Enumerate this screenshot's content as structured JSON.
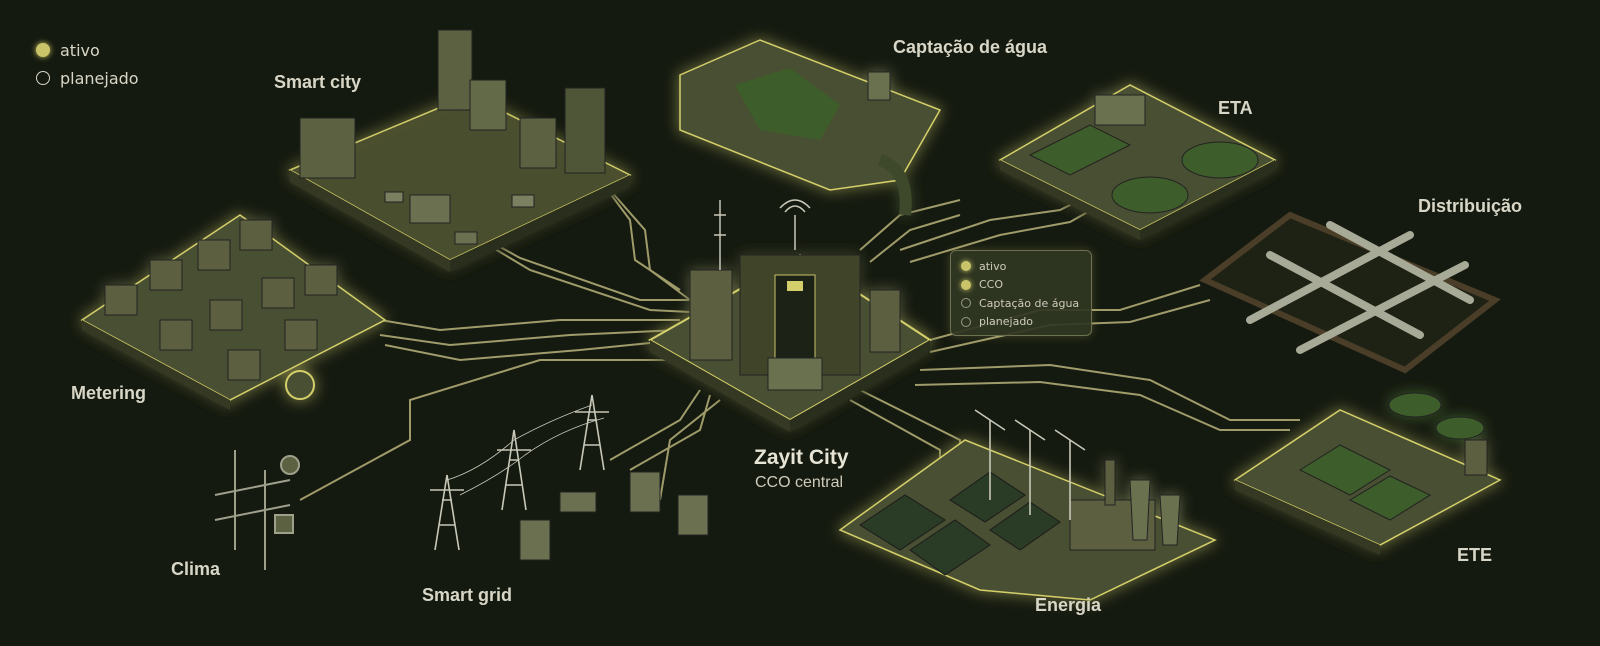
{
  "legend": {
    "items": [
      {
        "label": "ativo",
        "state": "active"
      },
      {
        "label": "planejado",
        "state": "planned"
      }
    ]
  },
  "center": {
    "title": "Zayit City",
    "subtitle": "CCO central"
  },
  "mini_legend": {
    "items": [
      {
        "label": "ativo",
        "state": "active"
      },
      {
        "label": "CCO",
        "state": "active"
      },
      {
        "label": "Captação de água",
        "state": "planned"
      },
      {
        "label": "planejado",
        "state": "planned"
      }
    ]
  },
  "nodes": {
    "smart_city": "Smart city",
    "captacao": "Captação de água",
    "eta": "ETA",
    "distribuicao": "Distribuição",
    "metering": "Metering",
    "clima": "Clima",
    "smart_grid": "Smart grid",
    "energia": "Energia",
    "ete": "ETE"
  },
  "colors": {
    "background": "#151a10",
    "active_glow": "#d4cf6a",
    "connector": "#b8b27a",
    "platform": "#4a5030",
    "label": "#d8d6c6"
  }
}
